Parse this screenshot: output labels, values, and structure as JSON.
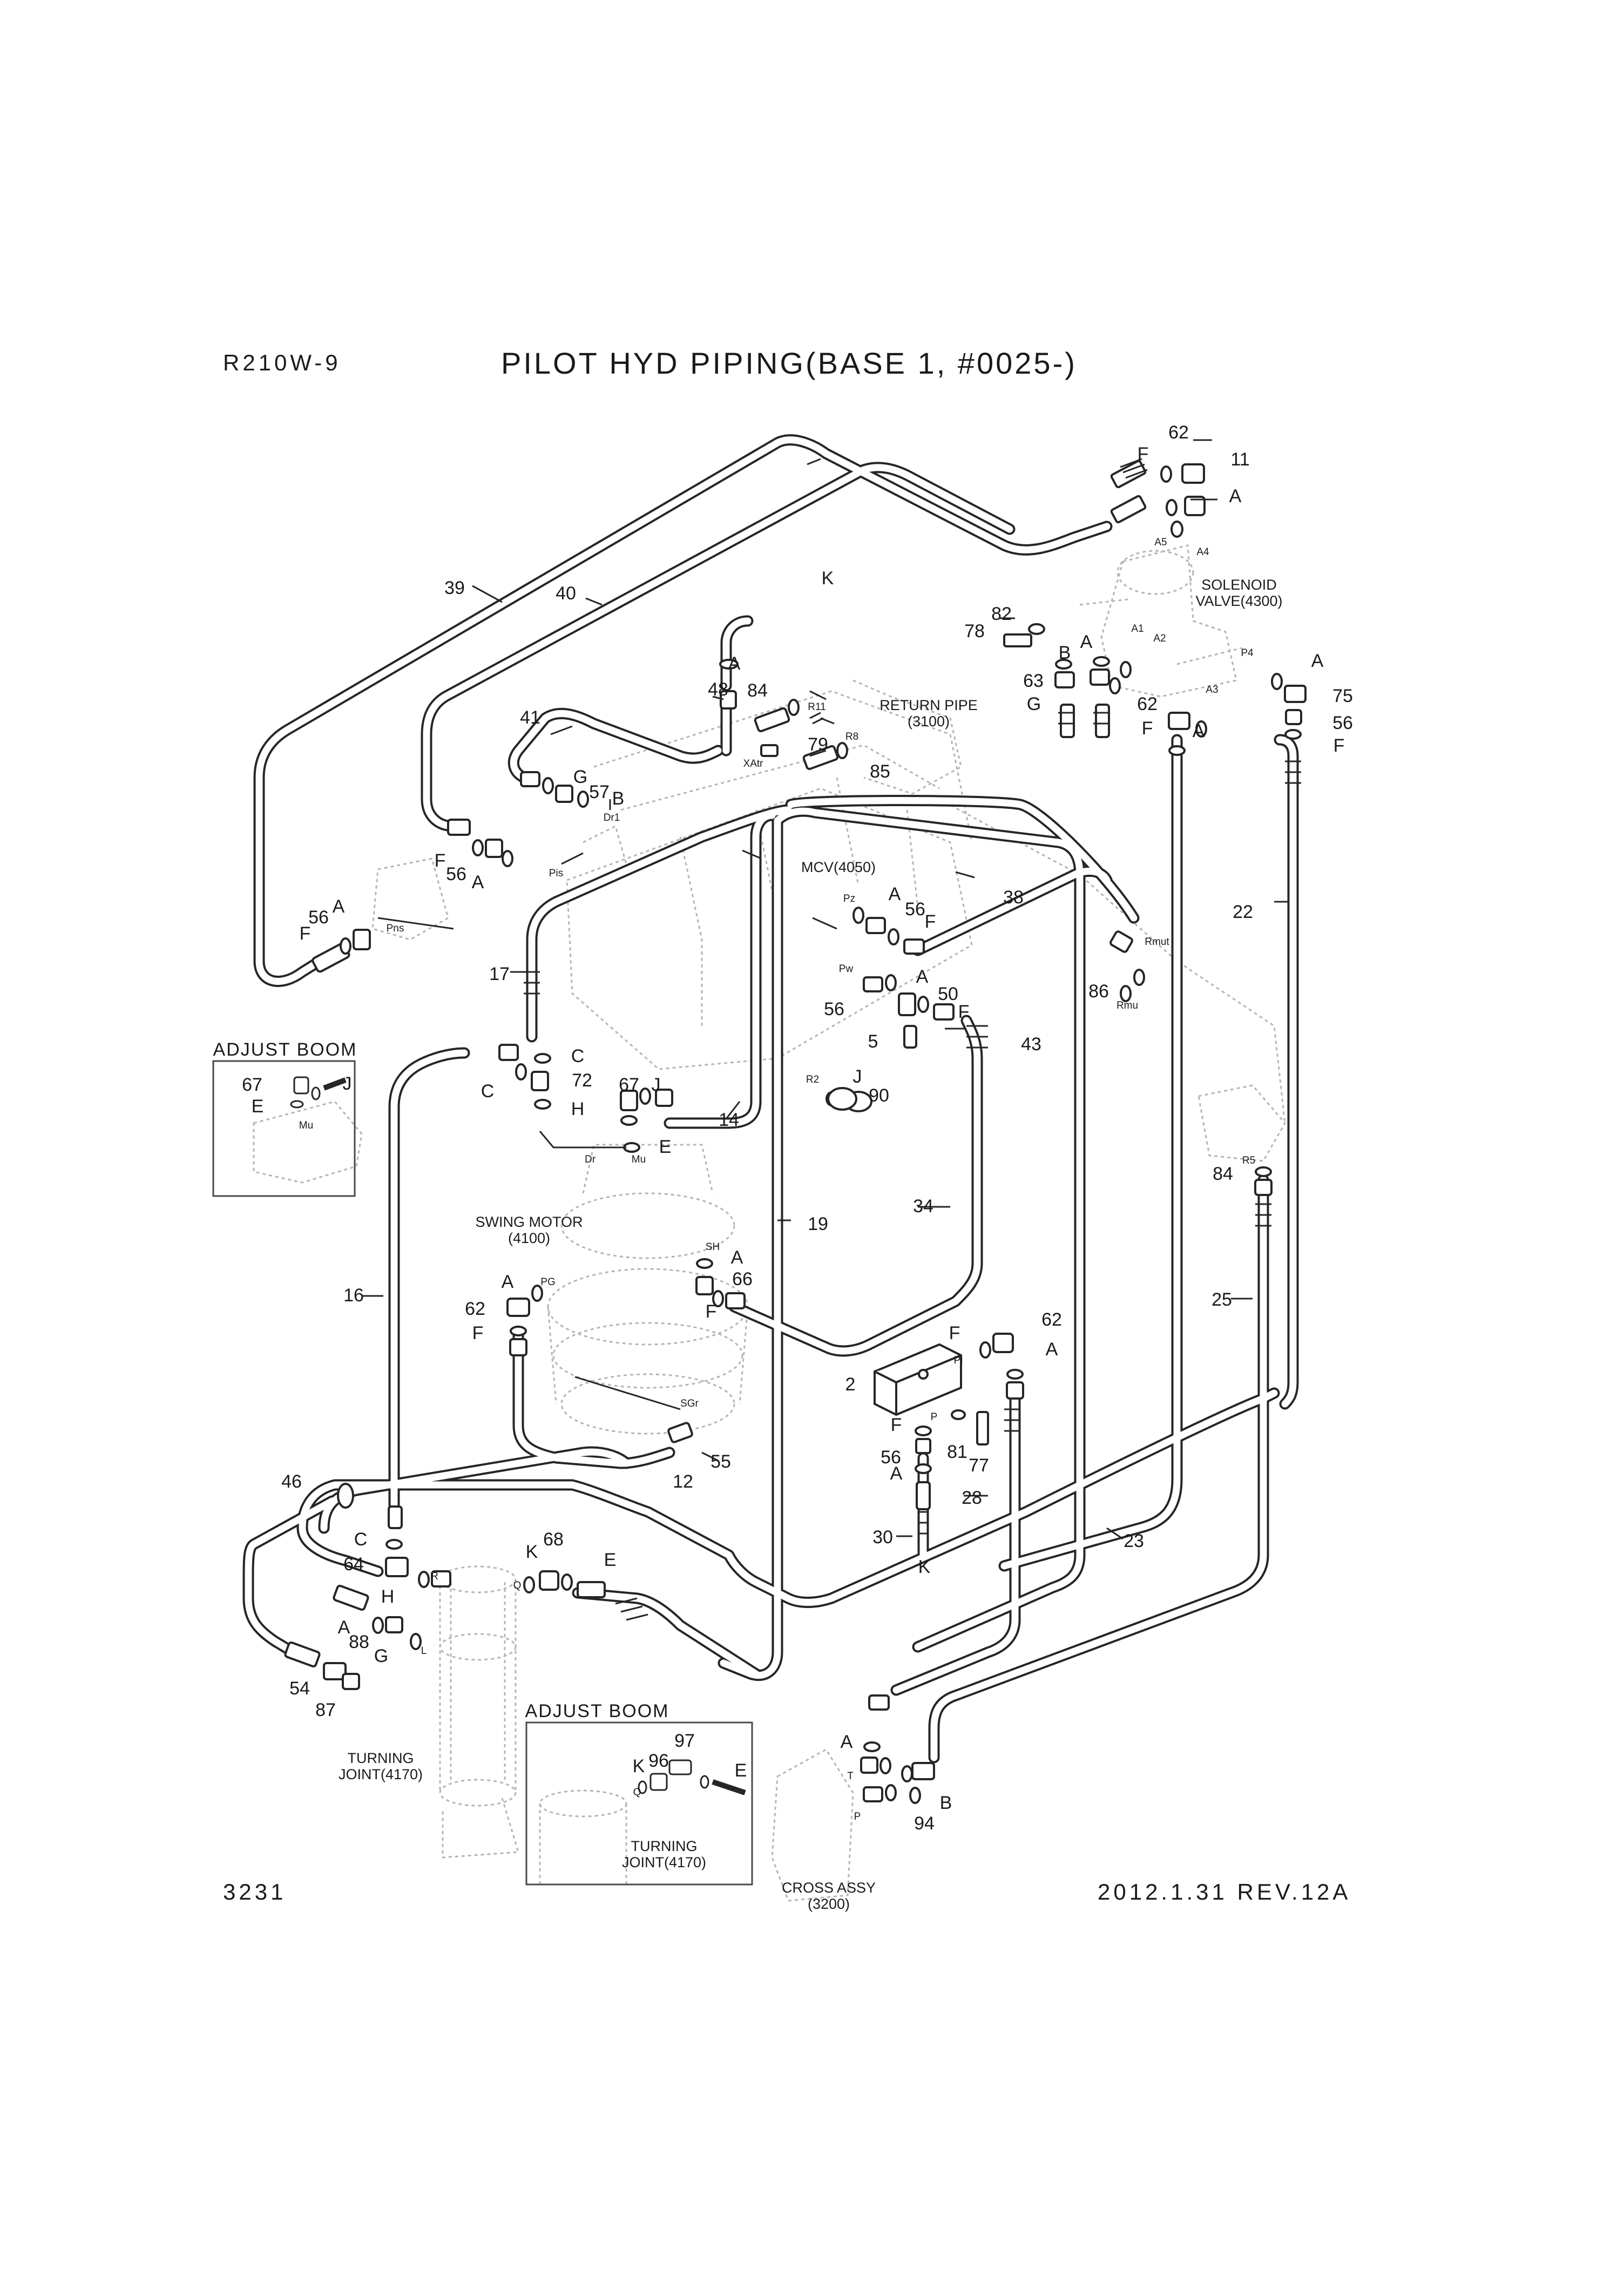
{
  "header": {
    "model": "R210W-9",
    "title": "PILOT HYD PIPING(BASE 1, #0025-)"
  },
  "footer": {
    "page_number": "3231",
    "revision": "2012.1.31  REV.12A"
  },
  "components": {
    "solenoid_valve": [
      "SOLENOID",
      "VALVE(4300)"
    ],
    "return_pipe": [
      "RETURN PIPE",
      "(3100)"
    ],
    "mcv": "MCV(4050)",
    "swing_motor": [
      "SWING MOTOR",
      "(4100)"
    ],
    "turning_joint": [
      "TURNING",
      "JOINT(4170)"
    ],
    "cross_assy": [
      "CROSS ASSY",
      "(3200)"
    ]
  },
  "insets": {
    "adjust_boom_top": "ADJUST BOOM",
    "adjust_boom_bottom": "ADJUST BOOM"
  },
  "part_labels": [
    {
      "id": "lbl-62a",
      "text": "62"
    },
    {
      "id": "lbl-f1",
      "text": "F"
    },
    {
      "id": "lbl-11",
      "text": "11"
    },
    {
      "id": "lbl-a1",
      "text": "A"
    },
    {
      "id": "lbl-39",
      "text": "39"
    },
    {
      "id": "lbl-40",
      "text": "40"
    },
    {
      "id": "lbl-k1",
      "text": "K"
    },
    {
      "id": "lbl-82",
      "text": "82"
    },
    {
      "id": "lbl-78",
      "text": "78"
    },
    {
      "id": "lbl-a2",
      "text": "A"
    },
    {
      "id": "lbl-b1",
      "text": "B"
    },
    {
      "id": "lbl-63",
      "text": "63"
    },
    {
      "id": "lbl-g1",
      "text": "G"
    },
    {
      "id": "lbl-62b",
      "text": "62"
    },
    {
      "id": "lbl-f2",
      "text": "F"
    },
    {
      "id": "lbl-a3",
      "text": "A"
    },
    {
      "id": "lbl-a4",
      "text": "A"
    },
    {
      "id": "lbl-75",
      "text": "75"
    },
    {
      "id": "lbl-56a",
      "text": "56"
    },
    {
      "id": "lbl-f3",
      "text": "F"
    },
    {
      "id": "lbl-a5",
      "text": "A"
    },
    {
      "id": "lbl-48",
      "text": "48"
    },
    {
      "id": "lbl-84a",
      "text": "84"
    },
    {
      "id": "lbl-41",
      "text": "41"
    },
    {
      "id": "lbl-79",
      "text": "79"
    },
    {
      "id": "lbl-85",
      "text": "85"
    },
    {
      "id": "lbl-g2",
      "text": "G"
    },
    {
      "id": "lbl-57",
      "text": "57"
    },
    {
      "id": "lbl-b2",
      "text": "B"
    },
    {
      "id": "lbl-f4",
      "text": "F"
    },
    {
      "id": "lbl-56b",
      "text": "56"
    },
    {
      "id": "lbl-a6",
      "text": "A"
    },
    {
      "id": "lbl-a7",
      "text": "A"
    },
    {
      "id": "lbl-56c",
      "text": "56"
    },
    {
      "id": "lbl-f5",
      "text": "F"
    },
    {
      "id": "lbl-a8",
      "text": "A"
    },
    {
      "id": "lbl-56d",
      "text": "56"
    },
    {
      "id": "lbl-f6",
      "text": "F"
    },
    {
      "id": "lbl-38",
      "text": "38"
    },
    {
      "id": "lbl-22",
      "text": "22"
    },
    {
      "id": "lbl-17",
      "text": "17"
    },
    {
      "id": "lbl-86",
      "text": "86"
    },
    {
      "id": "lbl-a9",
      "text": "A"
    },
    {
      "id": "lbl-56e",
      "text": "56"
    },
    {
      "id": "lbl-50",
      "text": "50"
    },
    {
      "id": "lbl-f7",
      "text": "F"
    },
    {
      "id": "lbl-5",
      "text": "5"
    },
    {
      "id": "lbl-43",
      "text": "43"
    },
    {
      "id": "lbl-c1",
      "text": "C"
    },
    {
      "id": "lbl-c2",
      "text": "C"
    },
    {
      "id": "lbl-72",
      "text": "72"
    },
    {
      "id": "lbl-h1",
      "text": "H"
    },
    {
      "id": "lbl-67a",
      "text": "67"
    },
    {
      "id": "lbl-j1",
      "text": "J"
    },
    {
      "id": "lbl-j2",
      "text": "J"
    },
    {
      "id": "lbl-90",
      "text": "90"
    },
    {
      "id": "lbl-e1",
      "text": "E"
    },
    {
      "id": "lbl-14",
      "text": "14"
    },
    {
      "id": "lbl-67b",
      "text": "67"
    },
    {
      "id": "lbl-j3",
      "text": "J"
    },
    {
      "id": "lbl-e2",
      "text": "E"
    },
    {
      "id": "lbl-84b",
      "text": "84"
    },
    {
      "id": "lbl-34",
      "text": "34"
    },
    {
      "id": "lbl-19",
      "text": "19"
    },
    {
      "id": "lbl-a10",
      "text": "A"
    },
    {
      "id": "lbl-66",
      "text": "66"
    },
    {
      "id": "lbl-f8",
      "text": "F"
    },
    {
      "id": "lbl-a11",
      "text": "A"
    },
    {
      "id": "lbl-62c",
      "text": "62"
    },
    {
      "id": "lbl-f9",
      "text": "F"
    },
    {
      "id": "lbl-16",
      "text": "16"
    },
    {
      "id": "lbl-25",
      "text": "25"
    },
    {
      "id": "lbl-f10",
      "text": "F"
    },
    {
      "id": "lbl-62d",
      "text": "62"
    },
    {
      "id": "lbl-a12",
      "text": "A"
    },
    {
      "id": "lbl-2",
      "text": "2"
    },
    {
      "id": "lbl-f11",
      "text": "F"
    },
    {
      "id": "lbl-81",
      "text": "81"
    },
    {
      "id": "lbl-77",
      "text": "77"
    },
    {
      "id": "lbl-56f",
      "text": "56"
    },
    {
      "id": "lbl-a13",
      "text": "A"
    },
    {
      "id": "lbl-55",
      "text": "55"
    },
    {
      "id": "lbl-12",
      "text": "12"
    },
    {
      "id": "lbl-46",
      "text": "46"
    },
    {
      "id": "lbl-28",
      "text": "28"
    },
    {
      "id": "lbl-30",
      "text": "30"
    },
    {
      "id": "lbl-k2",
      "text": "K"
    },
    {
      "id": "lbl-23",
      "text": "23"
    },
    {
      "id": "lbl-c3",
      "text": "C"
    },
    {
      "id": "lbl-64",
      "text": "64"
    },
    {
      "id": "lbl-k3",
      "text": "K"
    },
    {
      "id": "lbl-68",
      "text": "68"
    },
    {
      "id": "lbl-e3",
      "text": "E"
    },
    {
      "id": "lbl-h2",
      "text": "H"
    },
    {
      "id": "lbl-a14",
      "text": "A"
    },
    {
      "id": "lbl-88",
      "text": "88"
    },
    {
      "id": "lbl-g3",
      "text": "G"
    },
    {
      "id": "lbl-54",
      "text": "54"
    },
    {
      "id": "lbl-87",
      "text": "87"
    },
    {
      "id": "lbl-k4",
      "text": "K"
    },
    {
      "id": "lbl-96",
      "text": "96"
    },
    {
      "id": "lbl-97",
      "text": "97"
    },
    {
      "id": "lbl-e4",
      "text": "E"
    },
    {
      "id": "lbl-a15",
      "text": "A"
    },
    {
      "id": "lbl-b3",
      "text": "B"
    },
    {
      "id": "lbl-94",
      "text": "94"
    }
  ],
  "port_labels": [
    {
      "id": "pt-a5",
      "text": "A5"
    },
    {
      "id": "pt-a4",
      "text": "A4"
    },
    {
      "id": "pt-a1",
      "text": "A1"
    },
    {
      "id": "pt-a2",
      "text": "A2"
    },
    {
      "id": "pt-a3",
      "text": "A3"
    },
    {
      "id": "pt-p4",
      "text": "P4"
    },
    {
      "id": "pt-r11",
      "text": "R11"
    },
    {
      "id": "pt-r8",
      "text": "R8"
    },
    {
      "id": "pt-xatr",
      "text": "XAtr"
    },
    {
      "id": "pt-dr1",
      "text": "Dr1"
    },
    {
      "id": "pt-pis",
      "text": "Pis"
    },
    {
      "id": "pt-pns",
      "text": "Pns"
    },
    {
      "id": "pt-pz",
      "text": "Pz"
    },
    {
      "id": "pt-pw",
      "text": "Pw"
    },
    {
      "id": "pt-rmut",
      "text": "Rmut"
    },
    {
      "id": "pt-rmu",
      "text": "Rmu"
    },
    {
      "id": "pt-r2",
      "text": "R2"
    },
    {
      "id": "pt-mu1",
      "text": "Mu"
    },
    {
      "id": "pt-mu2",
      "text": "Mu"
    },
    {
      "id": "pt-dr",
      "text": "Dr"
    },
    {
      "id": "pt-r5",
      "text": "R5"
    },
    {
      "id": "pt-sh",
      "text": "SH"
    },
    {
      "id": "pt-pg",
      "text": "PG"
    },
    {
      "id": "pt-pi",
      "text": "Pi"
    },
    {
      "id": "pt-p1",
      "text": "P"
    },
    {
      "id": "pt-sgr",
      "text": "SGr"
    },
    {
      "id": "pt-r",
      "text": "R"
    },
    {
      "id": "pt-q1",
      "text": "Q"
    },
    {
      "id": "pt-l",
      "text": "L"
    },
    {
      "id": "pt-q2",
      "text": "Q"
    },
    {
      "id": "pt-t",
      "text": "T"
    },
    {
      "id": "pt-p2",
      "text": "P"
    }
  ]
}
